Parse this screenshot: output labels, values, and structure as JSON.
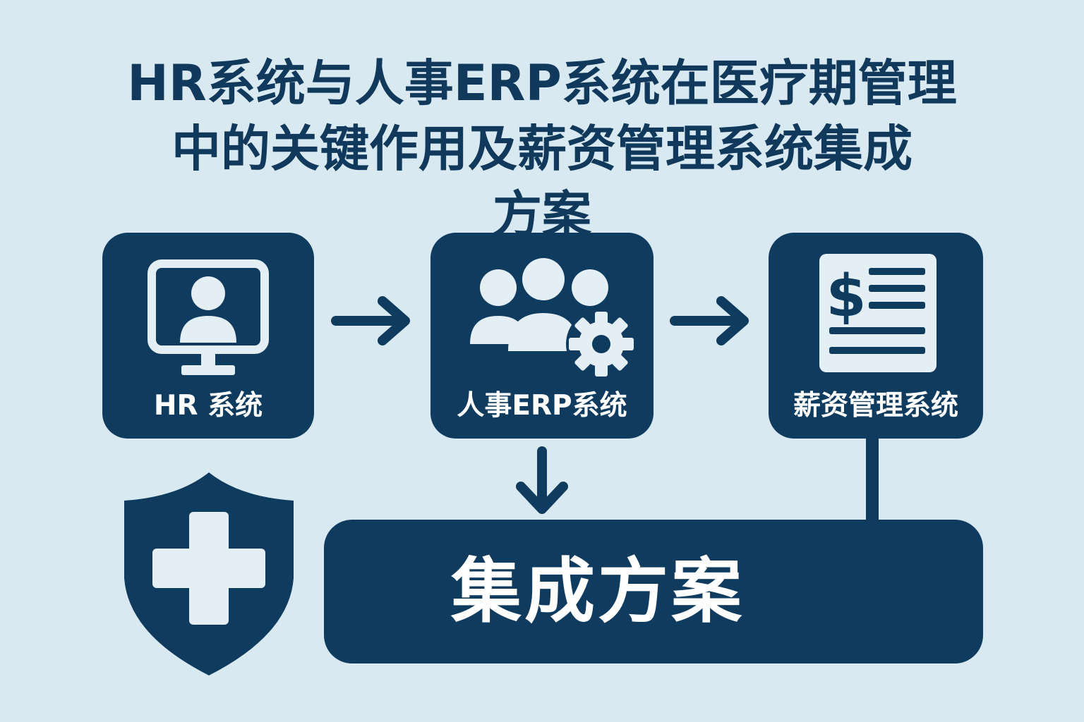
{
  "title": {
    "line1": "HR系统与人事ERP系统在医疗期管理",
    "line2": "中的关键作用及薪资管理系统集成",
    "line3": "方案"
  },
  "nodes": {
    "hr": {
      "label": "HR 系统",
      "icon": "monitor-user-icon"
    },
    "erp": {
      "label": "人事ERP系统",
      "icon": "users-gear-icon"
    },
    "payroll": {
      "label": "薪资管理系统",
      "icon": "dollar-document-icon"
    }
  },
  "integration": {
    "label": "集成方案"
  },
  "medical": {
    "icon": "shield-medical-cross-icon"
  },
  "colors": {
    "background": "#d9e9f2",
    "primary": "#0f3b5e",
    "title": "#10395b",
    "icon_fill": "#e3eef5"
  }
}
